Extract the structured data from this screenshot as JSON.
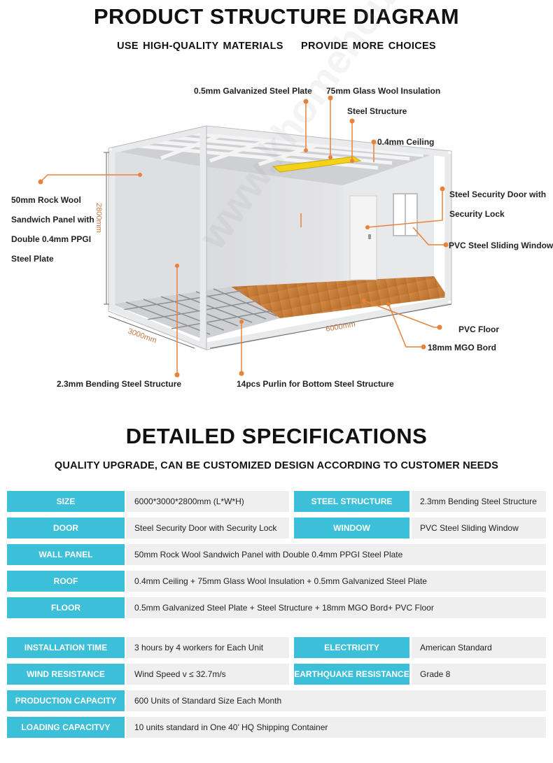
{
  "header": {
    "title": "PRODUCT STRUCTURE DIAGRAM",
    "subtitle": "USE HIGH-QUALITY MATERIALS    PROVIDE MORE CHOICES"
  },
  "diagram": {
    "labels": {
      "steel_plate": "0.5mm Galvanized Steel Plate",
      "glass_wool": "75mm Glass Wool Insulation",
      "steel_structure": "Steel Structure",
      "ceiling": "0.4mm Ceiling",
      "rock_wool": "50mm Rock Wool Sandwich Panel with Double 0.4mm PPGI Steel Plate",
      "security_door": "Steel Security Door with Security Lock",
      "sliding_window": "PVC Steel Sliding Window",
      "pvc_floor": "PVC Floor",
      "mgo_bord": "18mm MGO Bord",
      "bending_steel": "2.3mm Bending Steel Structure",
      "purlin": "14pcs Purlin for Bottom Steel Structure"
    },
    "dimensions": {
      "height": "2800mm",
      "width": "3000mm",
      "length": "6000mm"
    }
  },
  "specs": {
    "title": "DETAILED SPECIFICATIONS",
    "subtitle": "QUALITY UPGRADE, CAN BE CUSTOMIZED DESIGN ACCORDING TO CUSTOMER NEEDS",
    "rows": [
      {
        "k1": "SIZE",
        "v1": "6000*3000*2800mm (L*W*H)",
        "k2": "STEEL STRUCTURE",
        "v2": "2.3mm Bending Steel Structure"
      },
      {
        "k1": "DOOR",
        "v1": "Steel Security Door with Security Lock",
        "k2": "WINDOW",
        "v2": "PVC Steel Sliding Window"
      },
      {
        "k1": "WALL PANEL",
        "v1": "50mm Rock Wool Sandwich Panel with Double 0.4mm PPGI Steel Plate"
      },
      {
        "k1": "ROOF",
        "v1": "0.4mm Ceiling + 75mm Glass Wool Insulation + 0.5mm Galvanized Steel Plate"
      },
      {
        "k1": "FLOOR",
        "v1": "0.5mm Galvanized Steel Plate + Steel Structure + 18mm MGO Bord+ PVC Floor"
      },
      {
        "k1": "INSTALLATION TIME",
        "v1": "3 hours by 4 workers for Each Unit",
        "k2": "ELECTRICITY",
        "v2": "American Standard"
      },
      {
        "k1": "WIND RESISTANCE",
        "v1": "Wind Speed v ≤ 32.7m/s",
        "k2": "EARTHQUAKE RESISTANCE",
        "v2": "Grade 8"
      },
      {
        "k1": "PRODUCTION CAPACITY",
        "v1": "600 Units of Standard Size Each Month"
      },
      {
        "k1": "LOADING CAPACITVY",
        "v1": "10 units standard in One 40’ HQ Shipping Container"
      }
    ]
  },
  "watermark": "www.khomehouse.com",
  "colors": {
    "accent": "#3cbfd8",
    "leader": "#e8823a",
    "cell_bg": "#efefef"
  }
}
